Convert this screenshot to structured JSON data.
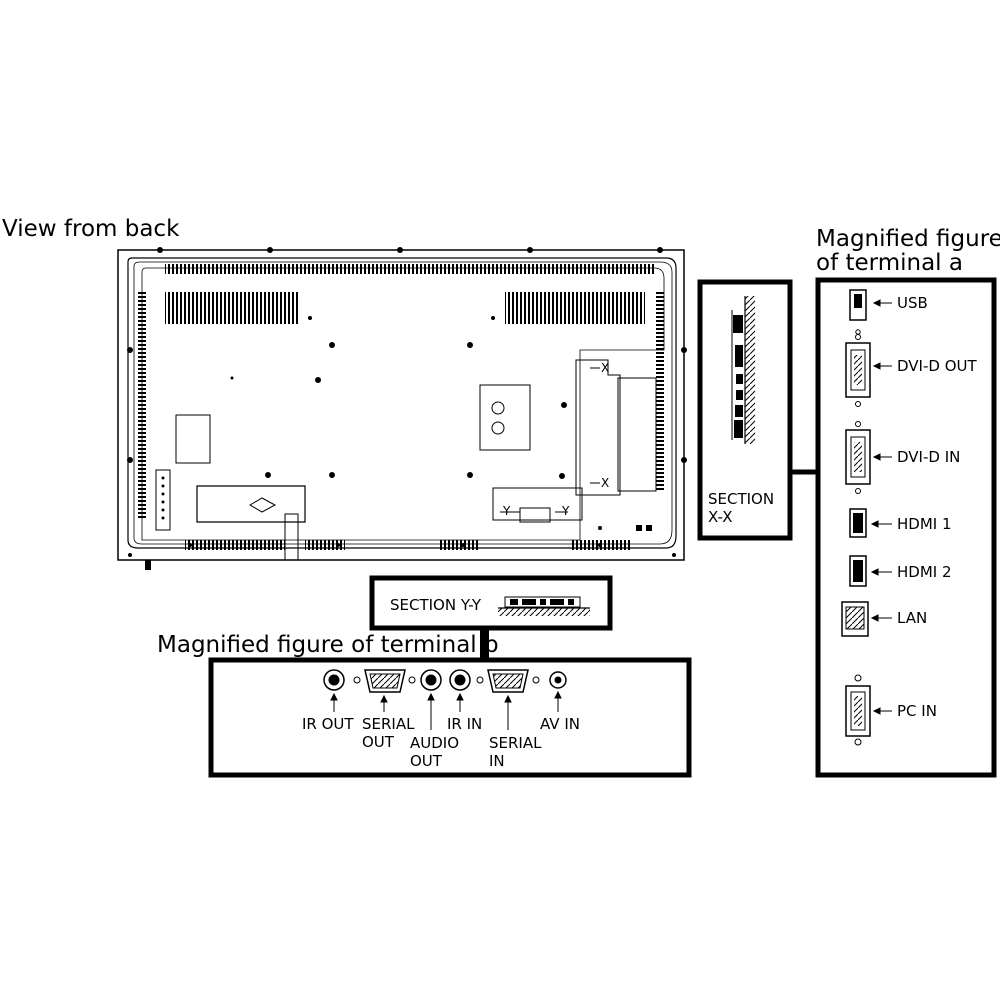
{
  "titles": {
    "back_view": "View from back",
    "terminal_a_line1": "Magnified figure",
    "terminal_a_line2": "of terminal a",
    "terminal_b": "Magnified figure of terminal b"
  },
  "sections": {
    "xx_line1": "SECTION",
    "xx_line2": "X-X",
    "yy": "SECTION Y-Y",
    "x_marker": "X",
    "y_marker": "Y"
  },
  "terminal_a": {
    "ports": [
      "USB",
      "DVI-D  OUT",
      "DVI-D  IN",
      "HDMI 1",
      "HDMI 2",
      "LAN",
      "PC IN"
    ]
  },
  "terminal_b": {
    "ports": [
      {
        "line1": "IR OUT",
        "line2": ""
      },
      {
        "line1": "SERIAL",
        "line2": "OUT"
      },
      {
        "line1": "AUDIO",
        "line2": "OUT"
      },
      {
        "line1": "IR IN",
        "line2": ""
      },
      {
        "line1": "SERIAL",
        "line2": "IN"
      },
      {
        "line1": "AV IN",
        "line2": ""
      }
    ]
  },
  "icons": [
    "usb-port-icon",
    "dvi-port-icon",
    "hdmi-port-icon",
    "lan-port-icon",
    "vga-port-icon",
    "serial-port-icon",
    "audio-jack-icon"
  ]
}
